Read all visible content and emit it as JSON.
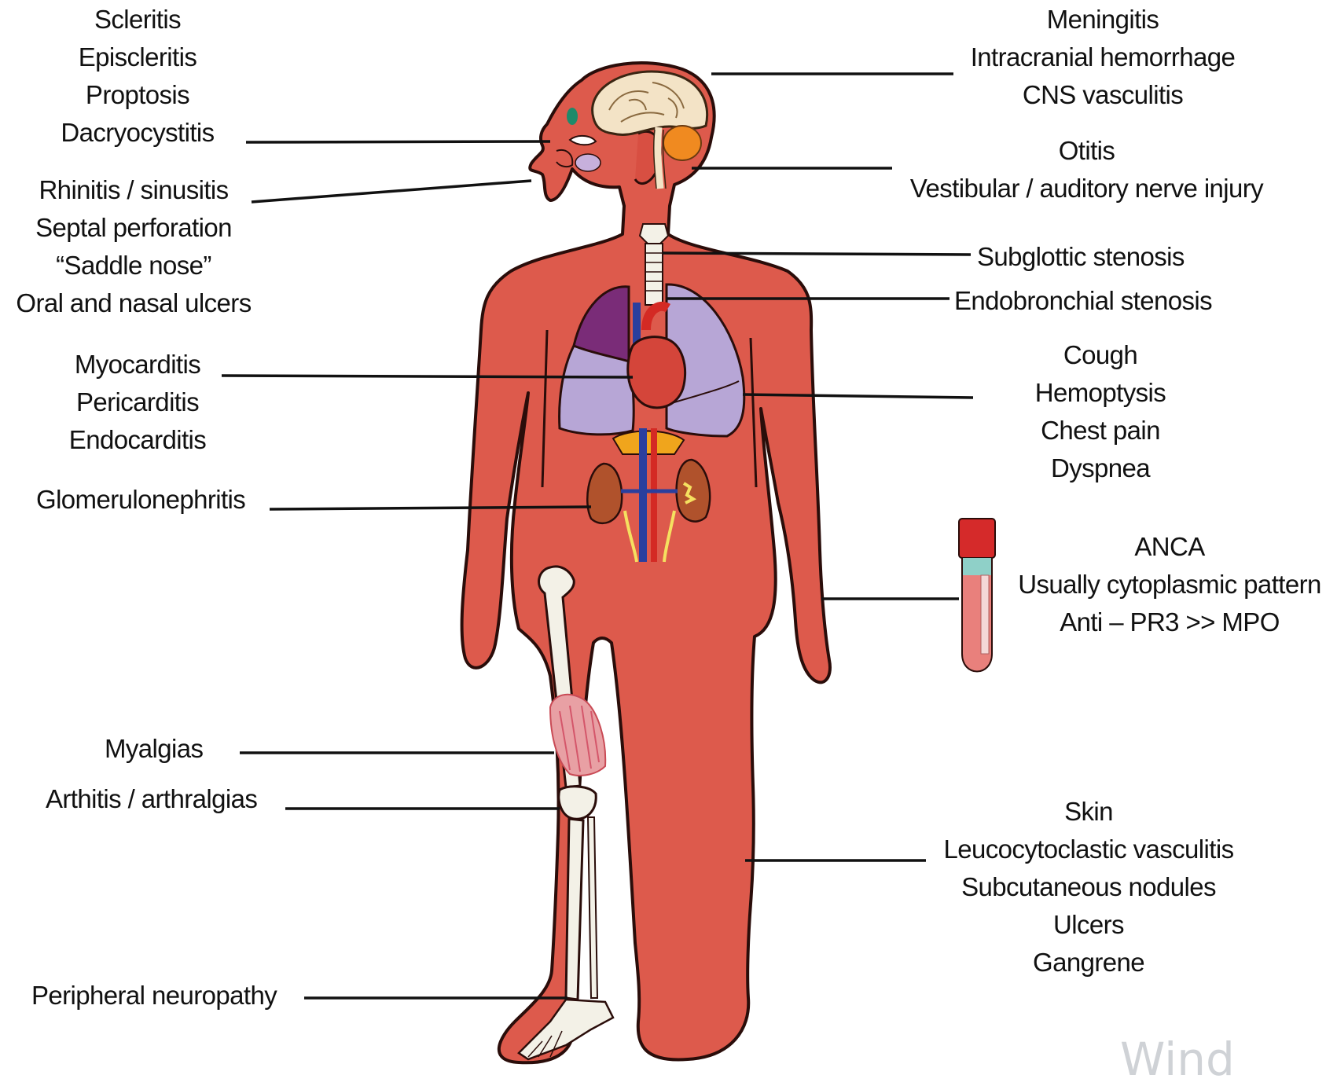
{
  "labels": {
    "eye": [
      "Scleritis",
      "Episcleritis",
      "Proptosis",
      "Dacryocystitis"
    ],
    "nose": [
      "Rhinitis / sinusitis",
      "Septal perforation",
      "“Saddle nose”",
      "Oral and nasal ulcers"
    ],
    "heart": [
      "Myocarditis",
      "Pericarditis",
      "Endocarditis"
    ],
    "kidney": "Glomerulonephritis",
    "muscle": "Myalgias",
    "joint": "Arthitis / arthralgias",
    "nerve": "Peripheral neuropathy",
    "brain": [
      "Meningitis",
      "Intracranial hemorrhage",
      "CNS vasculitis"
    ],
    "ear": [
      "Otitis",
      "Vestibular / auditory nerve injury"
    ],
    "trachea": "Subglottic stenosis",
    "bronchus": "Endobronchial stenosis",
    "lung": [
      "Cough",
      "Hemoptysis",
      "Chest pain",
      "Dyspnea"
    ],
    "blood": [
      "ANCA",
      "Usually cytoplasmic pattern",
      "Anti – PR3 >> MPO"
    ],
    "skin": [
      "Skin",
      "Leucocytoclastic vasculitis",
      "Subcutaneous nodules",
      "Ulcers",
      "Gangrene"
    ]
  },
  "watermark": "Wind",
  "colors": {
    "body": "#dd5a4c",
    "outline": "#2a0d0a",
    "lung_dark": "#7a2c78",
    "lung_light": "#b7a6d6",
    "heart": "#d4453a",
    "kidney": "#b0522c",
    "adrenal": "#f0a51c",
    "vein": "#2a3f9e",
    "artery": "#d42a24",
    "bone": "#f3f1e7",
    "brain": "#f3e3c6",
    "cerebellum": "#f08a20",
    "tube_cap": "#d52a2a",
    "tube_band": "#8fd0c8",
    "tube_blood": "#e9807c",
    "leader_line": "#111111"
  }
}
